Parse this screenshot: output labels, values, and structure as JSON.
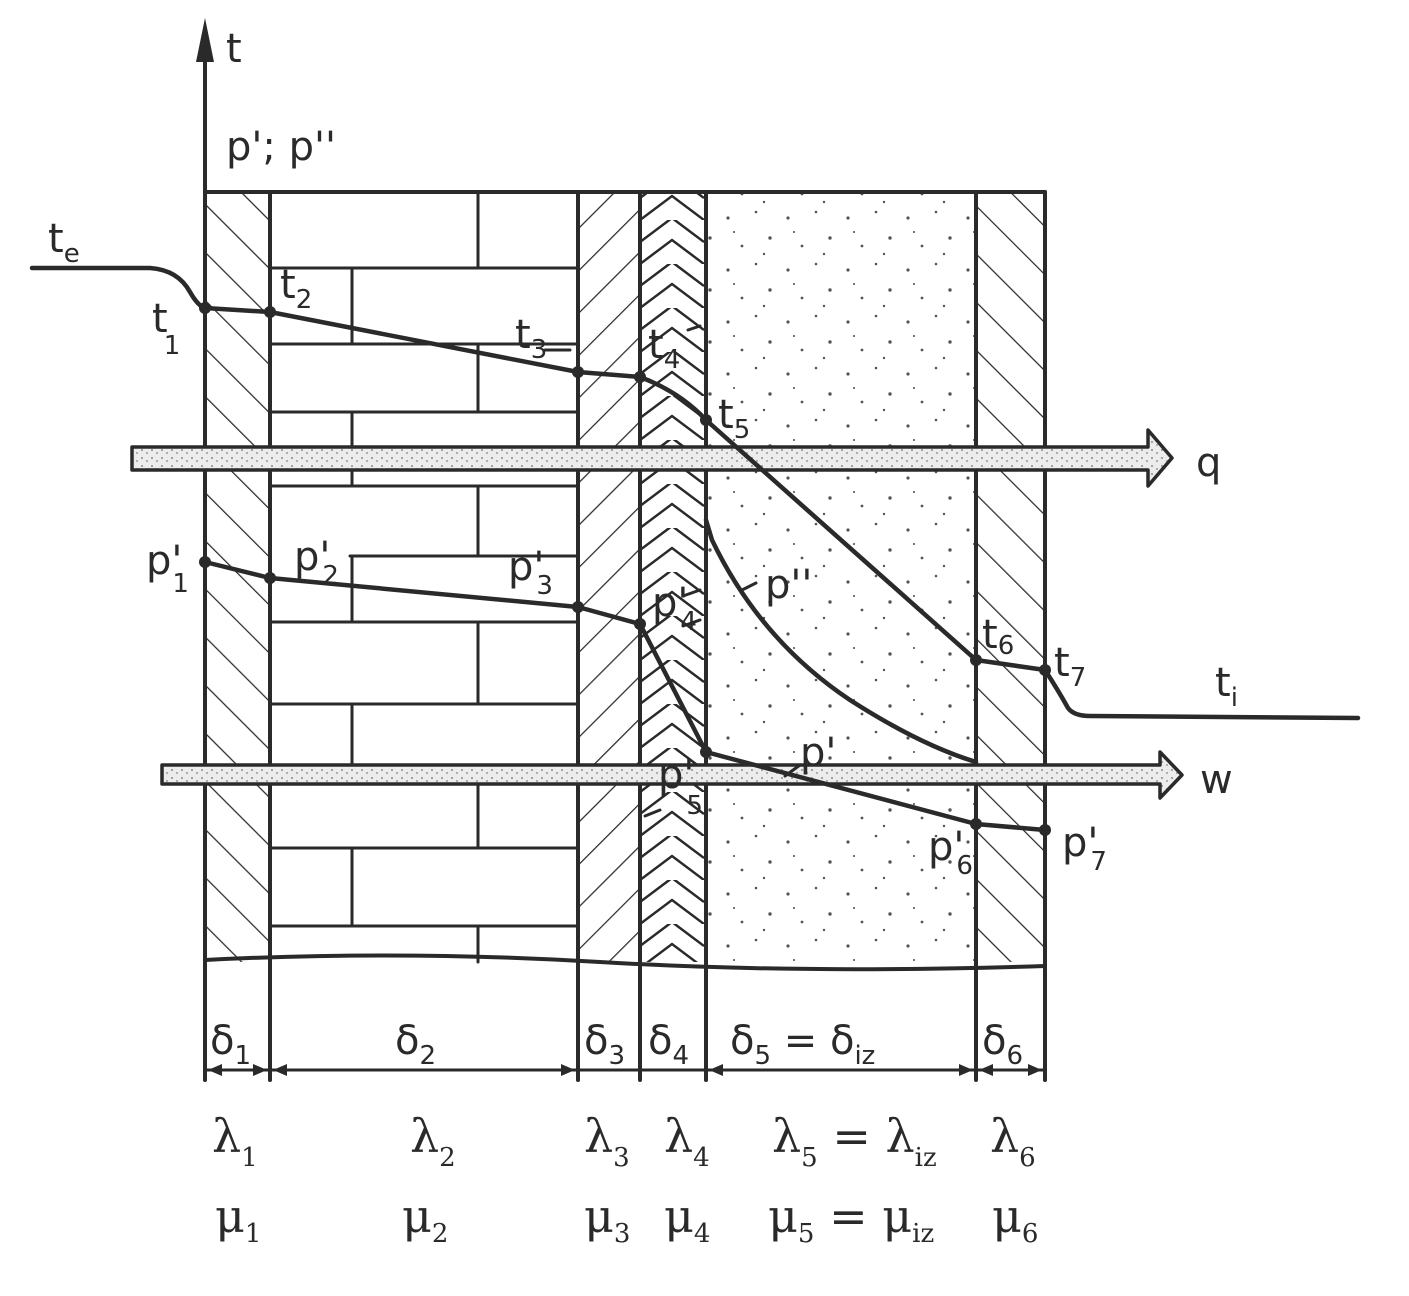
{
  "axis": {
    "t_label": "t",
    "p_label": "p'; p''"
  },
  "temperatures": {
    "te": {
      "base": "t",
      "sub": "e"
    },
    "ti": {
      "base": "t",
      "sub": "i"
    },
    "t1": {
      "base": "t",
      "sub": "1"
    },
    "t2": {
      "base": "t",
      "sub": "2"
    },
    "t3": {
      "base": "t",
      "sub": "3"
    },
    "t4": {
      "base": "t",
      "sub": "4"
    },
    "t5": {
      "base": "t",
      "sub": "5"
    },
    "t6": {
      "base": "t",
      "sub": "6"
    },
    "t7": {
      "base": "t",
      "sub": "7"
    }
  },
  "pressures": {
    "p1": {
      "base": "p'",
      "sub": "1"
    },
    "p2": {
      "base": "p'",
      "sub": "2"
    },
    "p3": {
      "base": "p'",
      "sub": "3"
    },
    "p4": {
      "base": "p'",
      "sub": "4"
    },
    "p5": {
      "base": "p'",
      "sub": "5"
    },
    "p6": {
      "base": "p'",
      "sub": "6"
    },
    "p7": {
      "base": "p'",
      "sub": "7"
    },
    "p_sat_curve": "p''",
    "p_curve": "p'"
  },
  "flows": {
    "heat": "q",
    "vapour": "w"
  },
  "thickness": [
    {
      "base": "δ",
      "sub": "1"
    },
    {
      "base": "δ",
      "sub": "2"
    },
    {
      "base": "δ",
      "sub": "3"
    },
    {
      "base": "δ",
      "sub": "4"
    },
    {
      "base": "δ",
      "sub": "5",
      "tail": " = δ",
      "tail_sub": "iz"
    },
    {
      "base": "δ",
      "sub": "6"
    }
  ],
  "conductivity": [
    {
      "base": "λ",
      "sub": "1"
    },
    {
      "base": "λ",
      "sub": "2"
    },
    {
      "base": "λ",
      "sub": "3"
    },
    {
      "base": "λ",
      "sub": "4"
    },
    {
      "base": "λ",
      "sub": "5",
      "tail": " = λ",
      "tail_sub": "iz"
    },
    {
      "base": "λ",
      "sub": "6"
    }
  ],
  "permeability": [
    {
      "base": "μ",
      "sub": "1"
    },
    {
      "base": "μ",
      "sub": "2"
    },
    {
      "base": "μ",
      "sub": "3"
    },
    {
      "base": "μ",
      "sub": "4"
    },
    {
      "base": "μ",
      "sub": "5",
      "tail": " = μ",
      "tail_sub": "iz"
    },
    {
      "base": "μ",
      "sub": "6"
    }
  ]
}
